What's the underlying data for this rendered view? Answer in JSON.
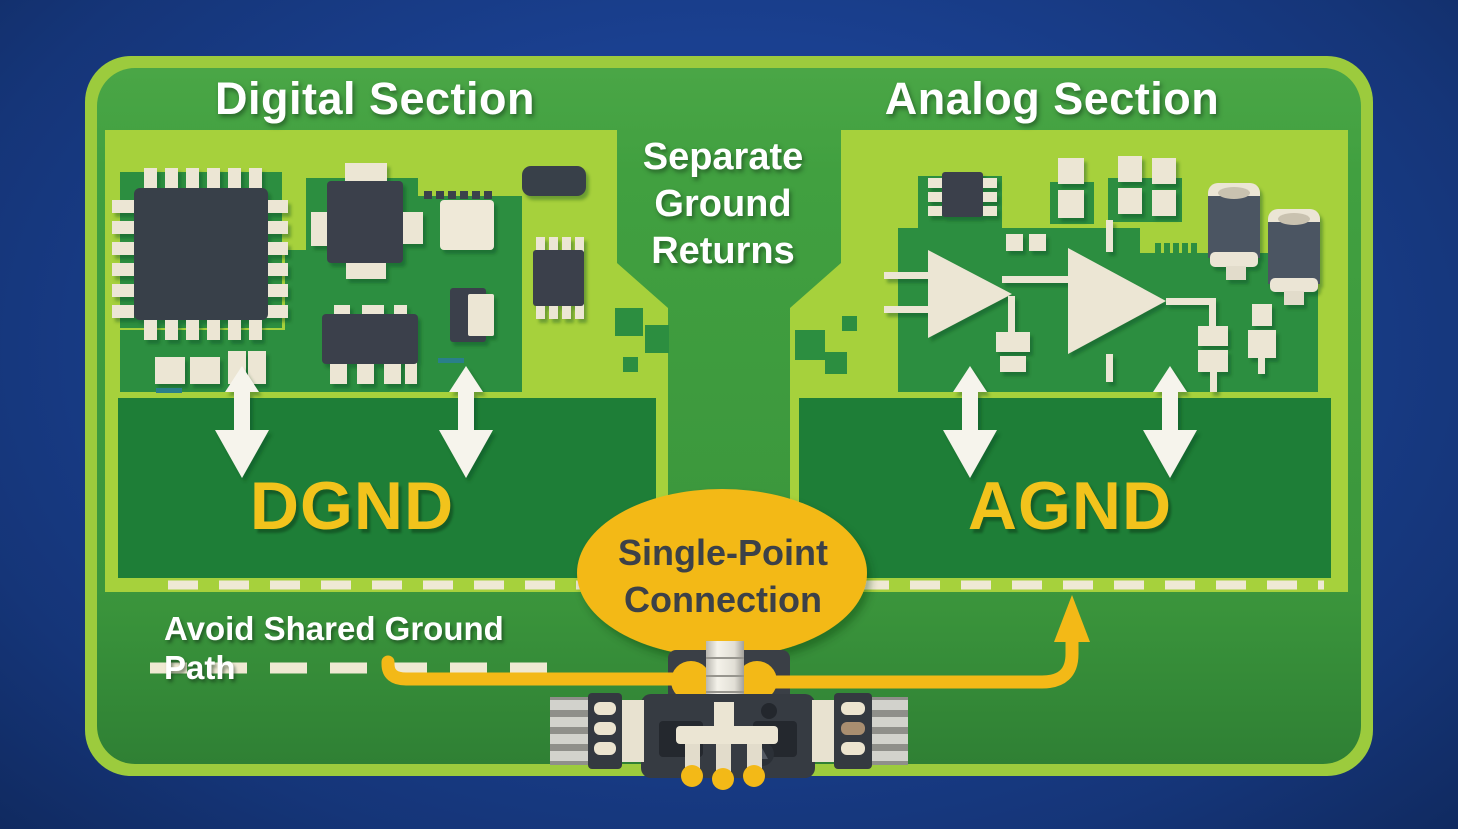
{
  "titles": {
    "digital": "Digital Section",
    "analog": "Analog Section"
  },
  "center_note": {
    "line1": "Separate",
    "line2": "Ground",
    "line3": "Returns"
  },
  "ground_labels": {
    "digital": "DGND",
    "analog": "AGND"
  },
  "callout": {
    "line1": "Single-Point",
    "line2": "Connection"
  },
  "warning": {
    "label": "Avoid Shared Ground Path"
  },
  "colors": {
    "background_blue": "#1a4090",
    "board_rim_green": "#9ccb3d",
    "board_green": "#3f9c3e",
    "section_light_green": "#a6d13c",
    "ground_plane_green": "#1e7e37",
    "island_green": "#2c8e40",
    "accent_yellow": "#f3b917",
    "label_yellow": "#f2c31c",
    "component_dark": "#3a414b",
    "component_cream": "#ece6d4",
    "connector_body": "#363b42",
    "text_white": "#ffffff",
    "callout_text": "#3c4148"
  }
}
